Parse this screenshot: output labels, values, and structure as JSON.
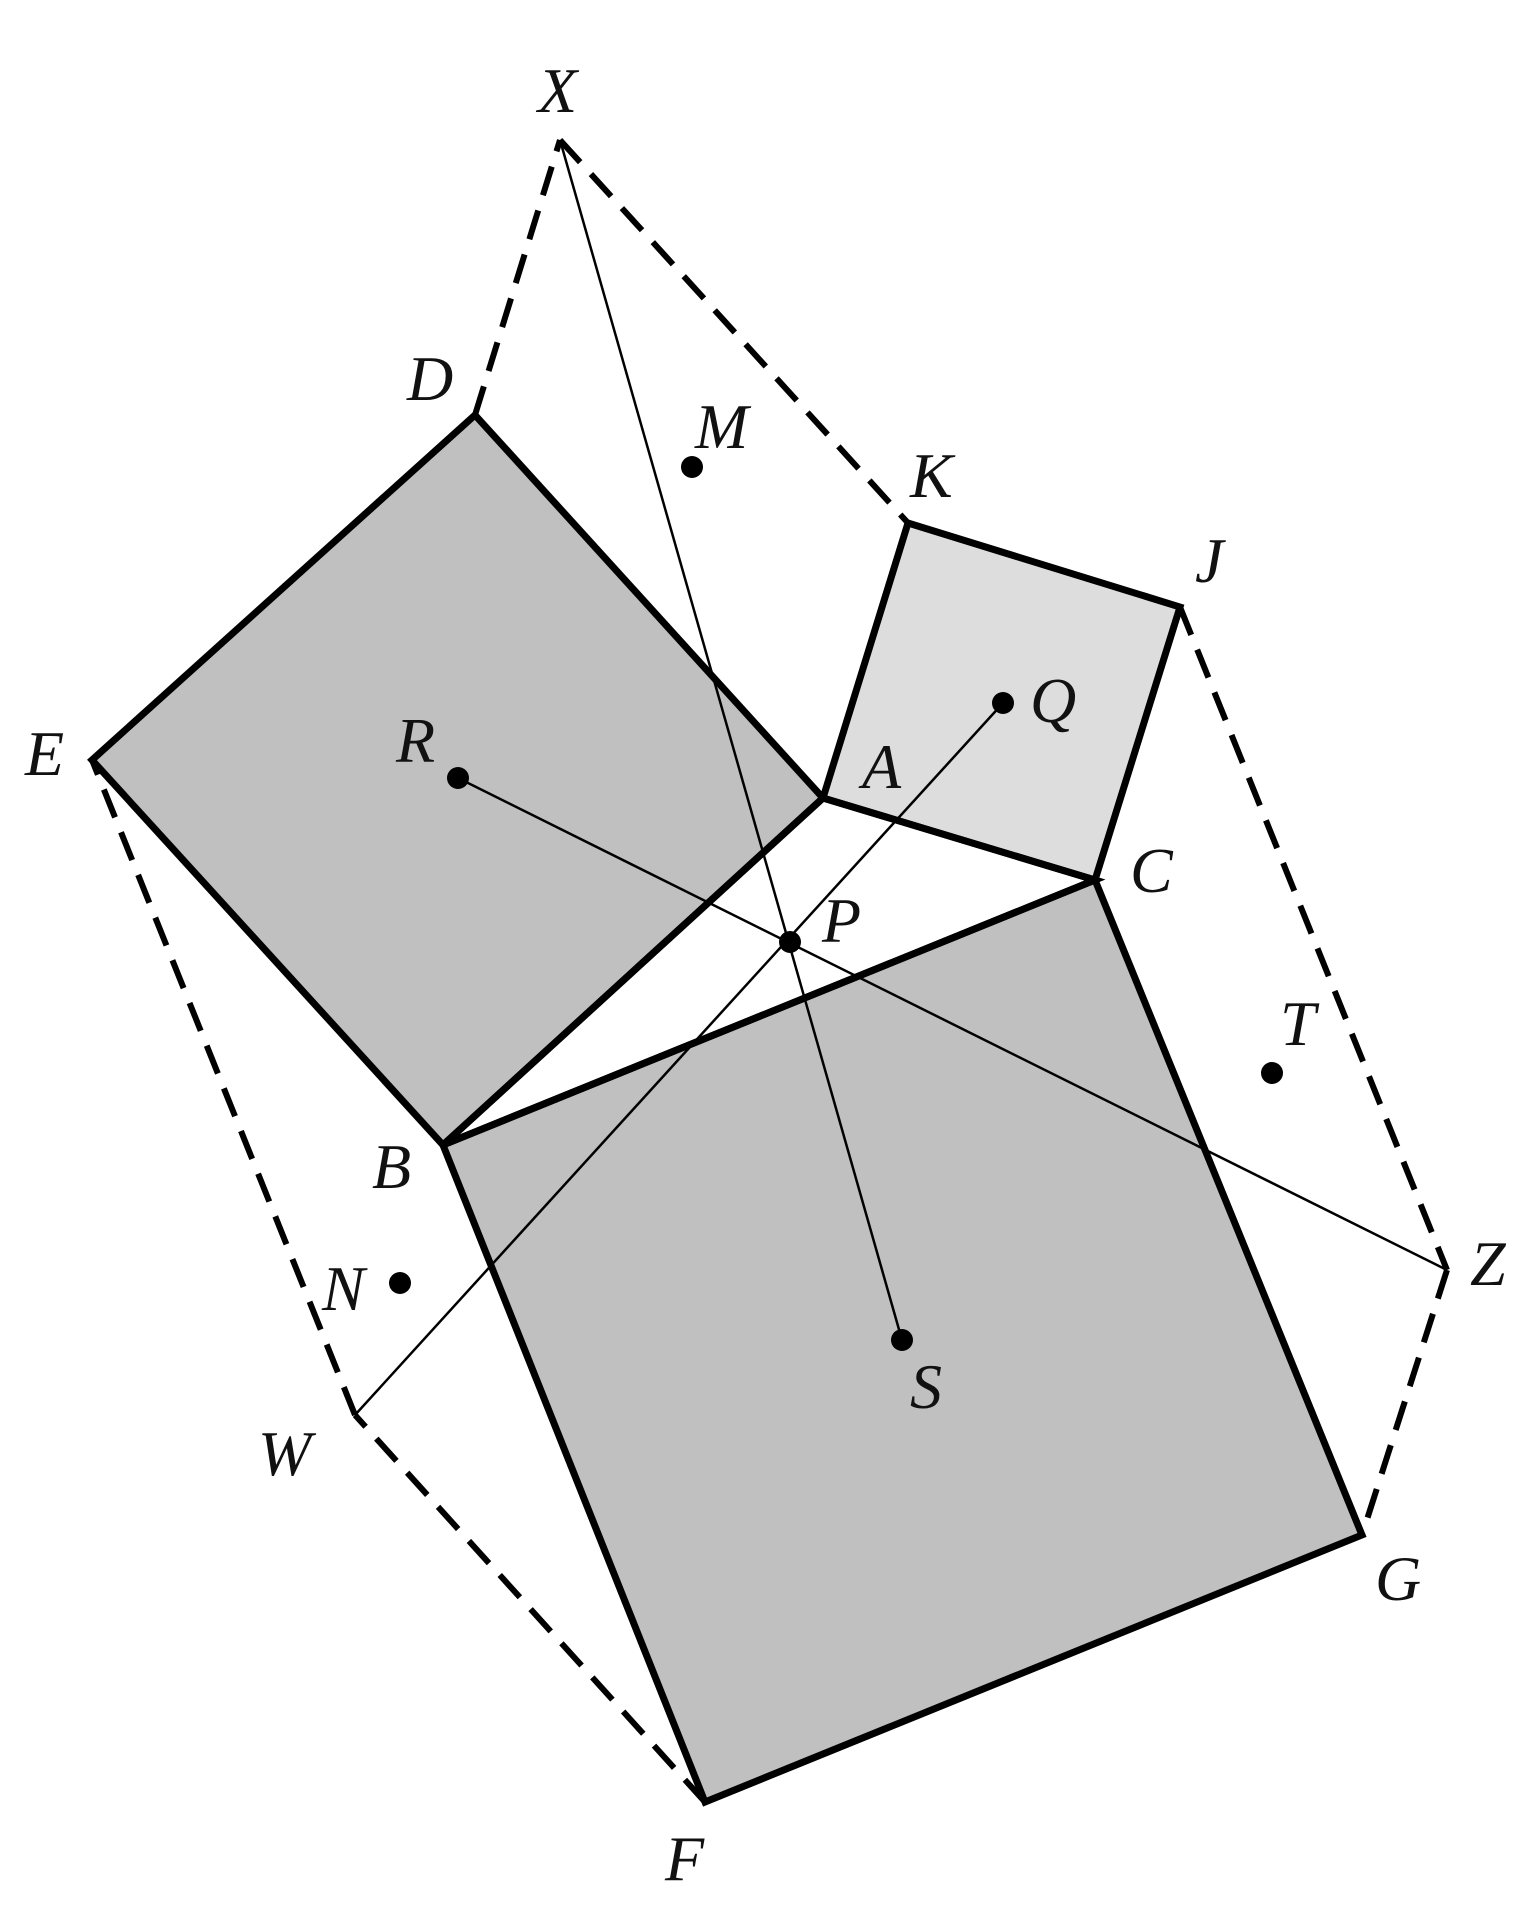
{
  "figure": {
    "labels": {
      "X": "X",
      "D": "D",
      "M": "M",
      "K": "K",
      "J": "J",
      "Q": "Q",
      "E": "E",
      "R": "R",
      "A": "A",
      "C": "C",
      "P": "P",
      "T": "T",
      "B": "B",
      "Z": "Z",
      "N": "N",
      "S": "S",
      "W": "W",
      "G": "G",
      "F": "F"
    },
    "colors": {
      "large_square_fill": "#c0c0c0",
      "small_square_fill": "#dddddd",
      "stroke": "#000000"
    }
  }
}
